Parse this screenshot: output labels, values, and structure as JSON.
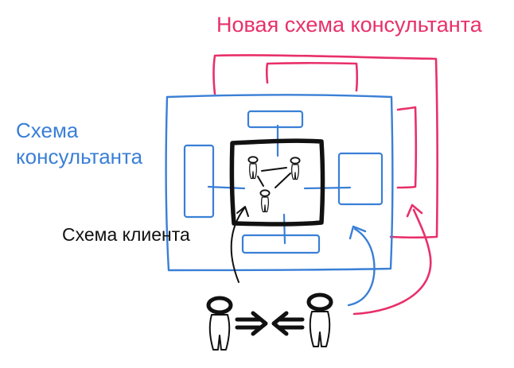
{
  "labels": {
    "new_scheme": "Новая схема консультанта",
    "consultant_scheme_line1": "Схема",
    "consultant_scheme_line2": "консультанта",
    "client_scheme": "Схема клиента"
  },
  "colors": {
    "new_scheme": "#e8306a",
    "consultant_scheme": "#3a7fd6",
    "client_scheme": "#111111",
    "background": "#ffffff"
  },
  "icons": {
    "client_figures": "stick-person-icon",
    "consultant_figure": "stick-person-icon",
    "client_figure": "stick-person-icon",
    "exchange": "double-arrow-icon"
  }
}
